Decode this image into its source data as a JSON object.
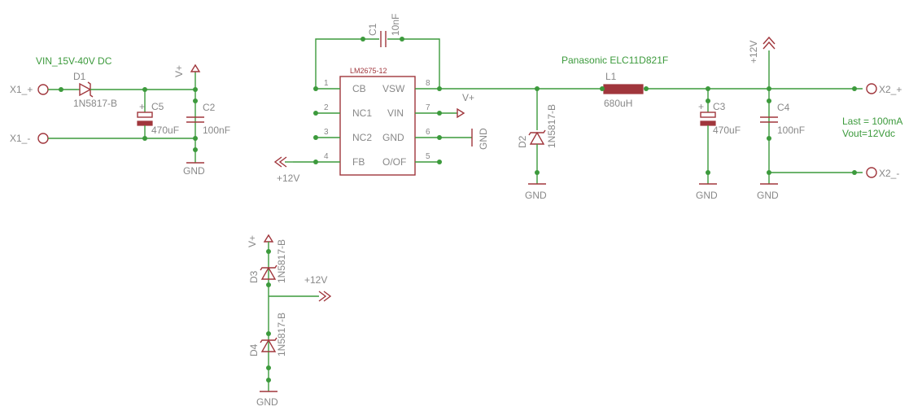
{
  "title_input": "VIN_15V-40V DC",
  "title_inductor": "Panasonic ELC11D821F",
  "note": [
    "Last = 100mA",
    "Vout=12Vdc"
  ],
  "ic": {
    "name": "LM2675-12",
    "pins_left": [
      {
        "num": "1",
        "name": "CB"
      },
      {
        "num": "2",
        "name": "NC1"
      },
      {
        "num": "3",
        "name": "NC2"
      },
      {
        "num": "4",
        "name": "FB"
      }
    ],
    "pins_right": [
      {
        "num": "8",
        "name": "VSW"
      },
      {
        "num": "7",
        "name": "VIN"
      },
      {
        "num": "6",
        "name": "GND"
      },
      {
        "num": "5",
        "name": "O/OF"
      }
    ]
  },
  "parts": {
    "d1": {
      "ref": "D1",
      "value": "1N5817-B"
    },
    "d2": {
      "ref": "D2",
      "value": "1N5817-B"
    },
    "d3": {
      "ref": "D3",
      "value": "1N5817-B"
    },
    "d4": {
      "ref": "D4",
      "value": "1N5817-B"
    },
    "c1": {
      "ref": "C1",
      "value": "10nF"
    },
    "c2": {
      "ref": "C2",
      "value": "100nF"
    },
    "c3": {
      "ref": "C3",
      "value": "470uF"
    },
    "c4": {
      "ref": "C4",
      "value": "100nF"
    },
    "c5": {
      "ref": "C5",
      "value": "470uF"
    },
    "l1": {
      "ref": "L1",
      "value": "680uH"
    }
  },
  "connectors": {
    "x1p": "X1_+",
    "x1m": "X1_-",
    "x2p": "X2_+",
    "x2m": "X2_-"
  },
  "nets": {
    "vplus": "V+",
    "gnd": "GND",
    "p12": "+12V"
  },
  "colors": {
    "wire": "#3c9a3c",
    "part": "#a0363c",
    "text": "#888888"
  }
}
